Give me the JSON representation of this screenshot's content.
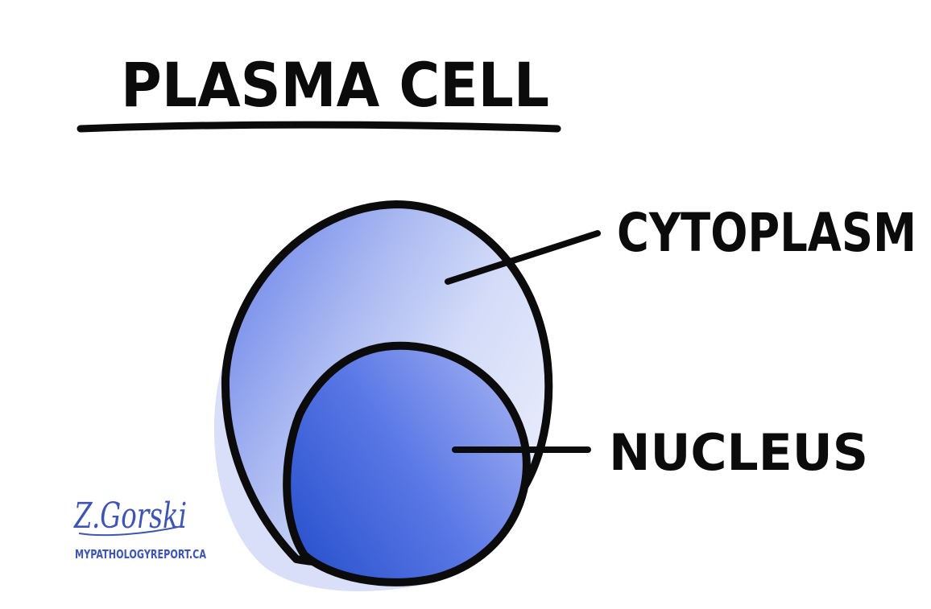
{
  "title": "PLASMA CELL",
  "labels": {
    "cytoplasm": "CYTOPLASM",
    "nucleus": "NUCLEUS"
  },
  "signature": {
    "name": "Z.Gorski",
    "site": "MYPATHOLOGYREPORT.CA"
  },
  "colors": {
    "outline": "#0b0b0b",
    "cytoplasm_light": "#dfe4f9",
    "cytoplasm_dark": "#6f86ea",
    "nucleus_light": "#8a9cf0",
    "nucleus_dark": "#2f56cf",
    "signature": "#3f55b5"
  }
}
